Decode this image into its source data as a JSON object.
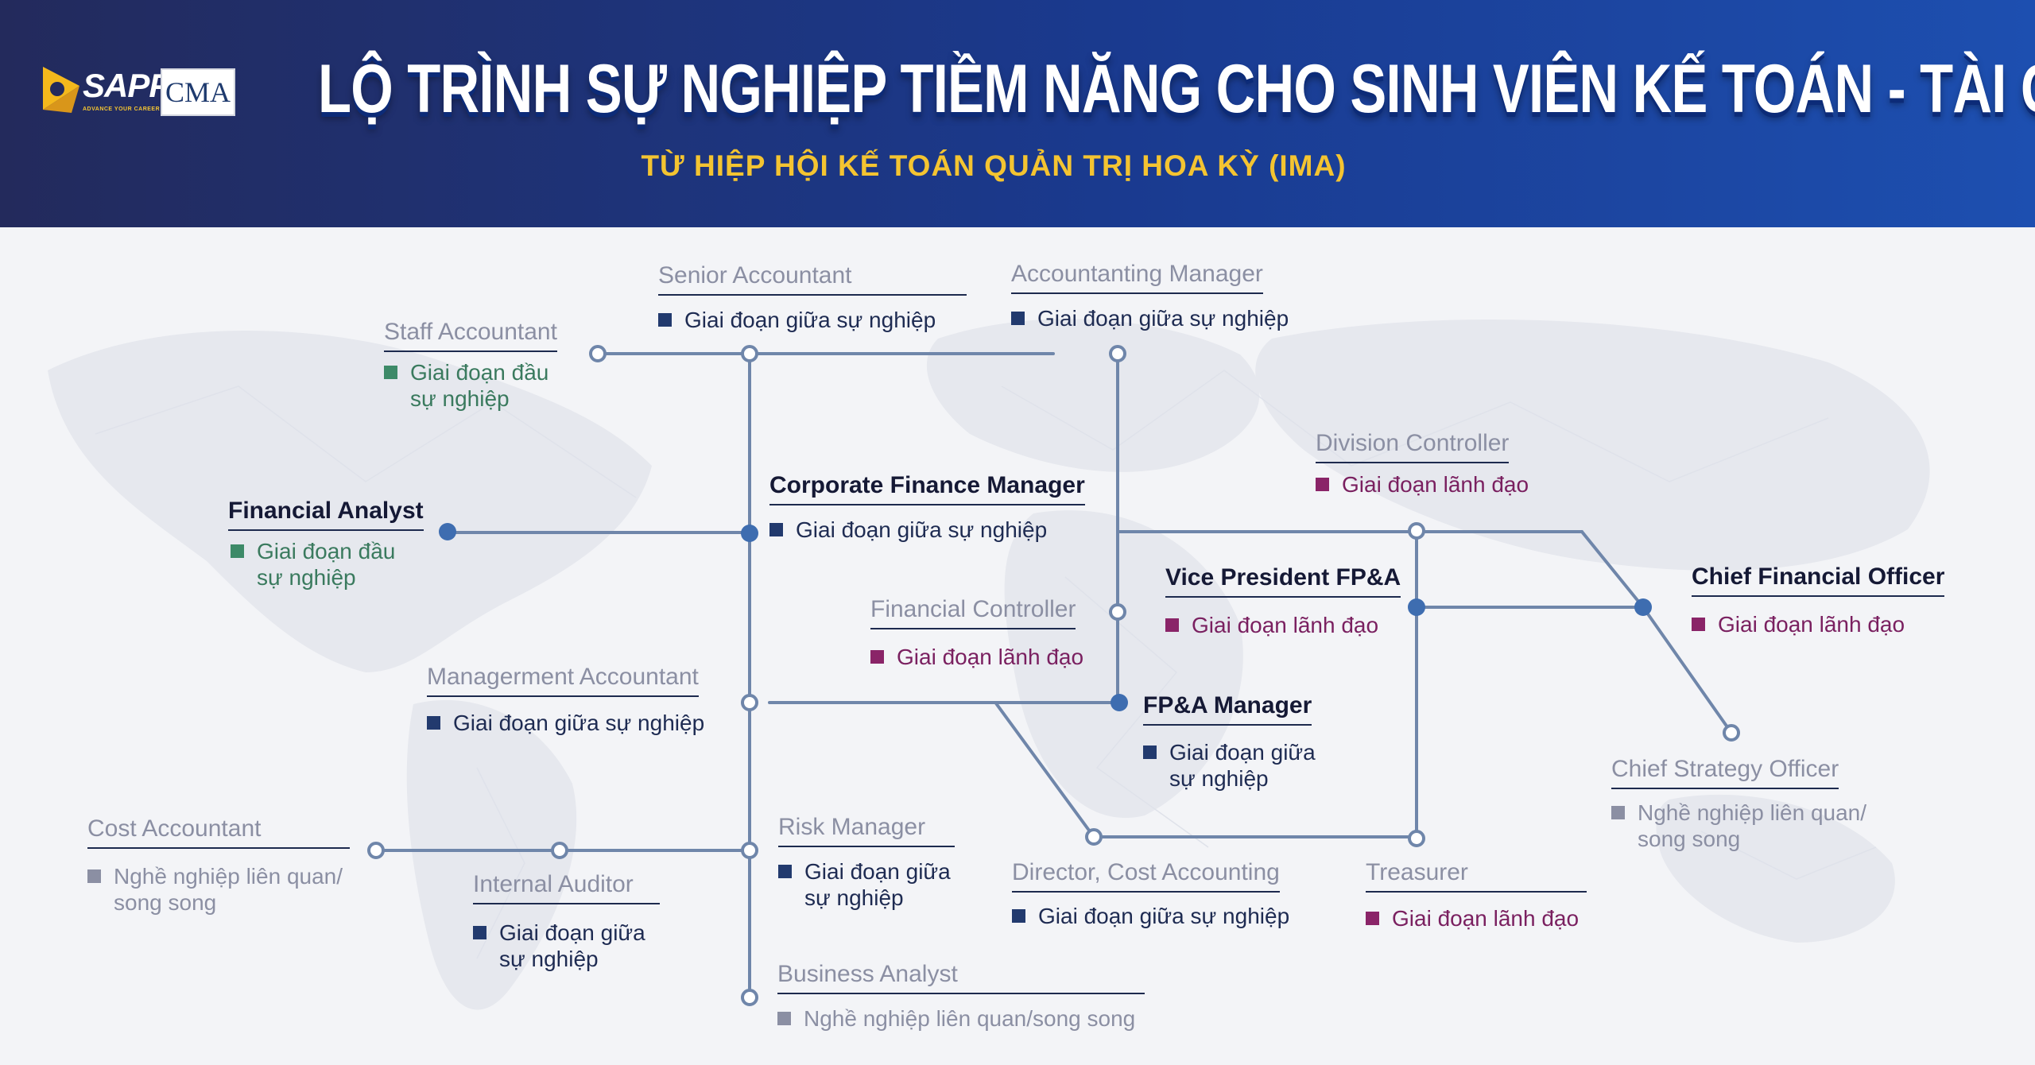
{
  "header": {
    "title": "LỘ TRÌNH SỰ NGHIỆP TIỀM NĂNG CHO SINH VIÊN KẾ TOÁN - TÀI CHÍNH",
    "subtitle": "TỪ HIỆP HỘI KẾ TOÁN QUẢN TRỊ HOA KỲ (IMA)",
    "logo_sapp": "SAPP",
    "logo_sapp_tagline": "ADVANCE YOUR CAREER",
    "logo_cma": "CMA"
  },
  "colors": {
    "early": "#3d8a68",
    "mid": "#223a6e",
    "lead": "#8a2468",
    "parallel": "#8b8fa3",
    "line": "#6f86aa",
    "dot_filled": "#3e6db0"
  },
  "nodes": {
    "staff_accountant": {
      "title": "Staff Accountant",
      "stage_1": "Giai đoạn đầu",
      "stage_2": "sự nghiệp"
    },
    "senior_accountant": {
      "title": "Senior Accountant",
      "stage": "Giai đoạn giữa sự nghiệp"
    },
    "accounting_manager": {
      "title": "Accountanting Manager",
      "stage": "Giai đoạn giữa sự nghiệp"
    },
    "financial_analyst": {
      "title": "Financial Analyst",
      "stage_1": "Giai đoạn đầu",
      "stage_2": "sự nghiệp"
    },
    "corporate_finance_manager": {
      "title": "Corporate Finance Manager",
      "stage": "Giai đoạn giữa sự nghiệp"
    },
    "division_controller": {
      "title": "Division Controller",
      "stage": "Giai đoạn lãnh đạo"
    },
    "vice_president_fpa": {
      "title": "Vice President FP&A",
      "stage": "Giai đoạn lãnh đạo"
    },
    "chief_financial_officer": {
      "title": "Chief Financial Officer",
      "stage": "Giai đoạn lãnh đạo"
    },
    "financial_controller": {
      "title": "Financial Controller",
      "stage": "Giai đoạn lãnh đạo"
    },
    "management_accountant": {
      "title": "Managerment Accountant",
      "stage": "Giai đoạn giữa sự nghiệp"
    },
    "fpa_manager": {
      "title": "FP&A Manager",
      "stage_1": "Giai đoạn giữa",
      "stage_2": "sự nghiệp"
    },
    "chief_strategy_officer": {
      "title": "Chief Strategy Officer",
      "stage_1": "Nghề nghiệp liên quan/",
      "stage_2": "song song"
    },
    "cost_accountant": {
      "title": "Cost Accountant",
      "stage_1": "Nghề nghiệp liên quan/",
      "stage_2": "song song"
    },
    "internal_auditor": {
      "title": "Internal Auditor",
      "stage_1": "Giai đoạn giữa",
      "stage_2": "sự nghiệp"
    },
    "risk_manager": {
      "title": "Risk Manager",
      "stage_1": "Giai đoạn giữa",
      "stage_2": "sự nghiệp"
    },
    "director_cost_accounting": {
      "title": "Director, Cost Accounting",
      "stage": "Giai đoạn giữa sự nghiệp"
    },
    "treasurer": {
      "title": "Treasurer",
      "stage": "Giai đoạn lãnh đạo"
    },
    "business_analyst": {
      "title": "Business Analyst",
      "stage": "Nghề nghiệp liên quan/song song"
    }
  }
}
